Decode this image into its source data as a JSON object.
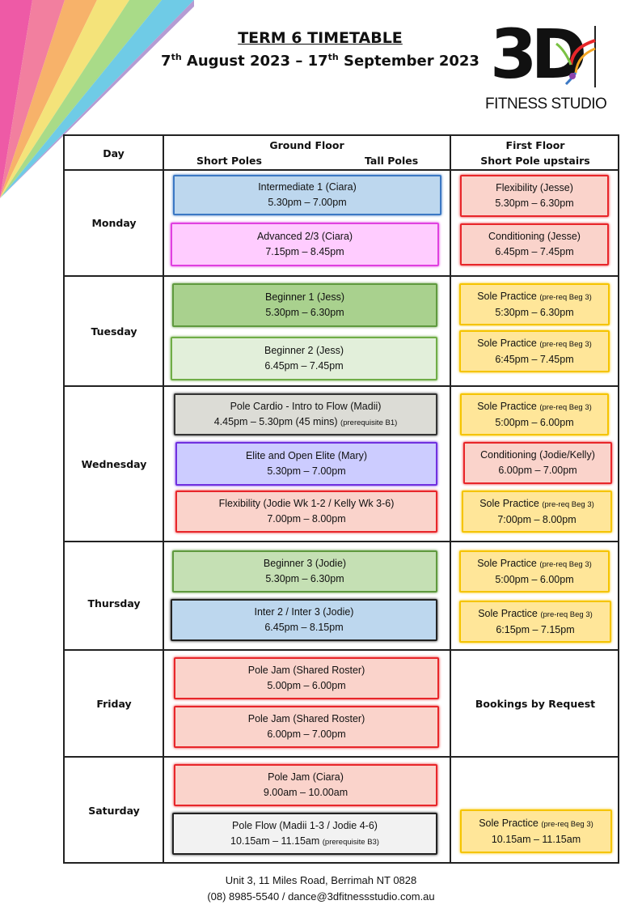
{
  "header": {
    "title": "TERM 6 TIMETABLE",
    "date_start_day": "7",
    "date_start_sup": "th",
    "date_start_rest": " August 2023 – 17",
    "date_end_sup": "th",
    "date_end_rest": " September 2023"
  },
  "logo": {
    "mark": "3D",
    "text": "FITNESS STUDIO"
  },
  "table": {
    "col_day": "Day",
    "col_ground": "Ground Floor",
    "col_ground_short": "Short Poles",
    "col_ground_tall": "Tall Poles",
    "col_first": "First Floor",
    "col_first_sub": "Short Pole upstairs"
  },
  "days": {
    "monday": "Monday",
    "tuesday": "Tuesday",
    "wednesday": "Wednesday",
    "thursday": "Thursday",
    "friday": "Friday",
    "saturday": "Saturday"
  },
  "classes": {
    "mon_g1_name": "Intermediate 1 (Ciara)",
    "mon_g1_time": "5.30pm – 7.00pm",
    "mon_g2_name": "Advanced 2/3 (Ciara)",
    "mon_g2_time": "7.15pm – 8.45pm",
    "mon_f1_name": "Flexibility (Jesse)",
    "mon_f1_time": "5.30pm – 6.30pm",
    "mon_f2_name": "Conditioning (Jesse)",
    "mon_f2_time": "6.45pm – 7.45pm",
    "tue_g1_name": "Beginner 1 (Jess)",
    "tue_g1_time": "5.30pm – 6.30pm",
    "tue_g2_name": "Beginner 2 (Jess)",
    "tue_g2_time": "6.45pm – 7.45pm",
    "tue_f1_name": "Sole Practice",
    "tue_f1_req": "(pre-req Beg 3)",
    "tue_f1_time": "5:30pm – 6.30pm",
    "tue_f2_name": "Sole Practice",
    "tue_f2_req": "(pre-req Beg 3)",
    "tue_f2_time": "6:45pm – 7.45pm",
    "wed_g1_name": "Pole Cardio - Intro to Flow (Madii)",
    "wed_g1_time": "4.45pm – 5.30pm (45 mins)",
    "wed_g1_req": "(prerequisite B1)",
    "wed_g2_name": "Elite and Open Elite (Mary)",
    "wed_g2_time": "5.30pm – 7.00pm",
    "wed_g3_name": "Flexibility (Jodie Wk 1-2 / Kelly Wk 3-6)",
    "wed_g3_time": "7.00pm – 8.00pm",
    "wed_f1_name": "Sole Practice",
    "wed_f1_req": "(pre-req Beg 3)",
    "wed_f1_time": "5:00pm – 6.00pm",
    "wed_f2_name": "Conditioning (Jodie/Kelly)",
    "wed_f2_time": "6.00pm – 7.00pm",
    "wed_f3_name": "Sole Practice",
    "wed_f3_req": "(pre-req Beg 3)",
    "wed_f3_time": "7:00pm – 8.00pm",
    "thu_g1_name": "Beginner 3 (Jodie)",
    "thu_g1_time": "5.30pm – 6.30pm",
    "thu_g2_name": "Inter 2 / Inter 3 (Jodie)",
    "thu_g2_time": "6.45pm – 8.15pm",
    "thu_f1_name": "Sole Practice",
    "thu_f1_req": "(pre-req Beg 3)",
    "thu_f1_time": "5:00pm – 6.00pm",
    "thu_f2_name": "Sole Practice",
    "thu_f2_req": "(pre-req Beg 3)",
    "thu_f2_time": "6:15pm – 7.15pm",
    "fri_g1_name": "Pole Jam (Shared Roster)",
    "fri_g1_time": "5.00pm – 6.00pm",
    "fri_g2_name": "Pole Jam (Shared Roster)",
    "fri_g2_time": "6.00pm – 7.00pm",
    "fri_f_text": "Bookings by Request",
    "sat_g1_name": "Pole Jam (Ciara)",
    "sat_g1_time": "9.00am – 10.00am",
    "sat_g2_name": "Pole Flow (Madii 1-3 / Jodie 4-6)",
    "sat_g2_time": "10.15am – 11.15am",
    "sat_g2_req": "(prerequisite B3)",
    "sat_f1_name": "Sole Practice",
    "sat_f1_req": "(pre-req Beg 3)",
    "sat_f1_time": "10.15am – 11.15am"
  },
  "footer": {
    "address": "Unit 3, 11 Miles Road, Berrimah NT 0828",
    "contact": "(08) 8985-5540 / dance@3dfitnessstudio.com.au"
  }
}
